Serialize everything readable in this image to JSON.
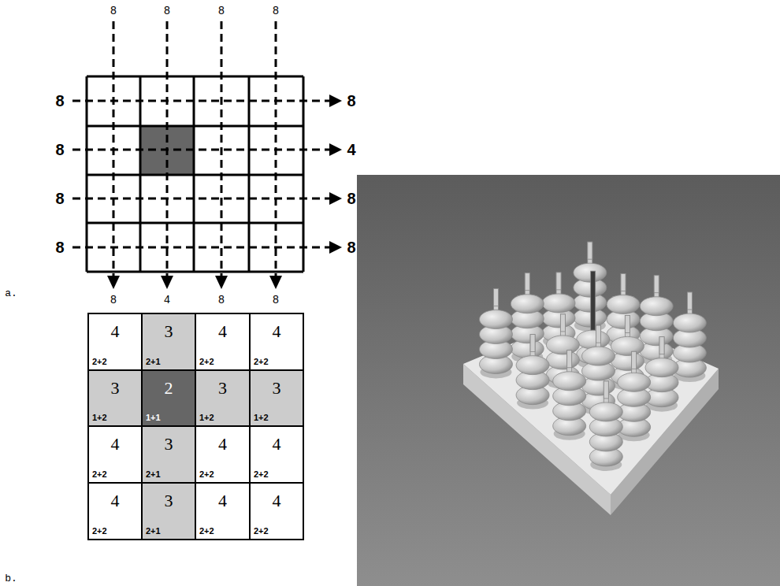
{
  "diagram": {
    "nodes": [
      {
        "text": [
          "4",
          "2+2"
        ]
      },
      {
        "text": [
          "3",
          "2+1"
        ]
      },
      {
        "text": [
          "4",
          "2+2"
        ]
      },
      {
        "text": [
          "4",
          "2+2"
        ]
      },
      {
        "text": [
          "3",
          "1+2"
        ]
      },
      {
        "text": [
          "2",
          "1+1"
        ]
      },
      {
        "text": [
          "3",
          "1+2"
        ]
      },
      {
        "text": [
          "3",
          "1+2"
        ]
      },
      {
        "text": [
          "4",
          "2+2"
        ]
      },
      {
        "text": [
          "3",
          "2+1"
        ]
      },
      {
        "text": [
          "4",
          "2+2"
        ]
      },
      {
        "text": [
          "4",
          "2+2"
        ]
      },
      {
        "text": [
          "4",
          "2+2"
        ]
      },
      {
        "text": [
          "3",
          "2+1"
        ]
      },
      {
        "text": [
          "4",
          "2+2"
        ]
      },
      {
        "text": [
          "4",
          "2+2"
        ]
      }
    ],
    "labels": [
      "8",
      "8",
      "8",
      "8",
      "8",
      "8",
      "8",
      "4",
      "8",
      "8",
      "8",
      "8",
      "8",
      "4",
      "8",
      "8",
      "a.",
      "b."
    ]
  }
}
